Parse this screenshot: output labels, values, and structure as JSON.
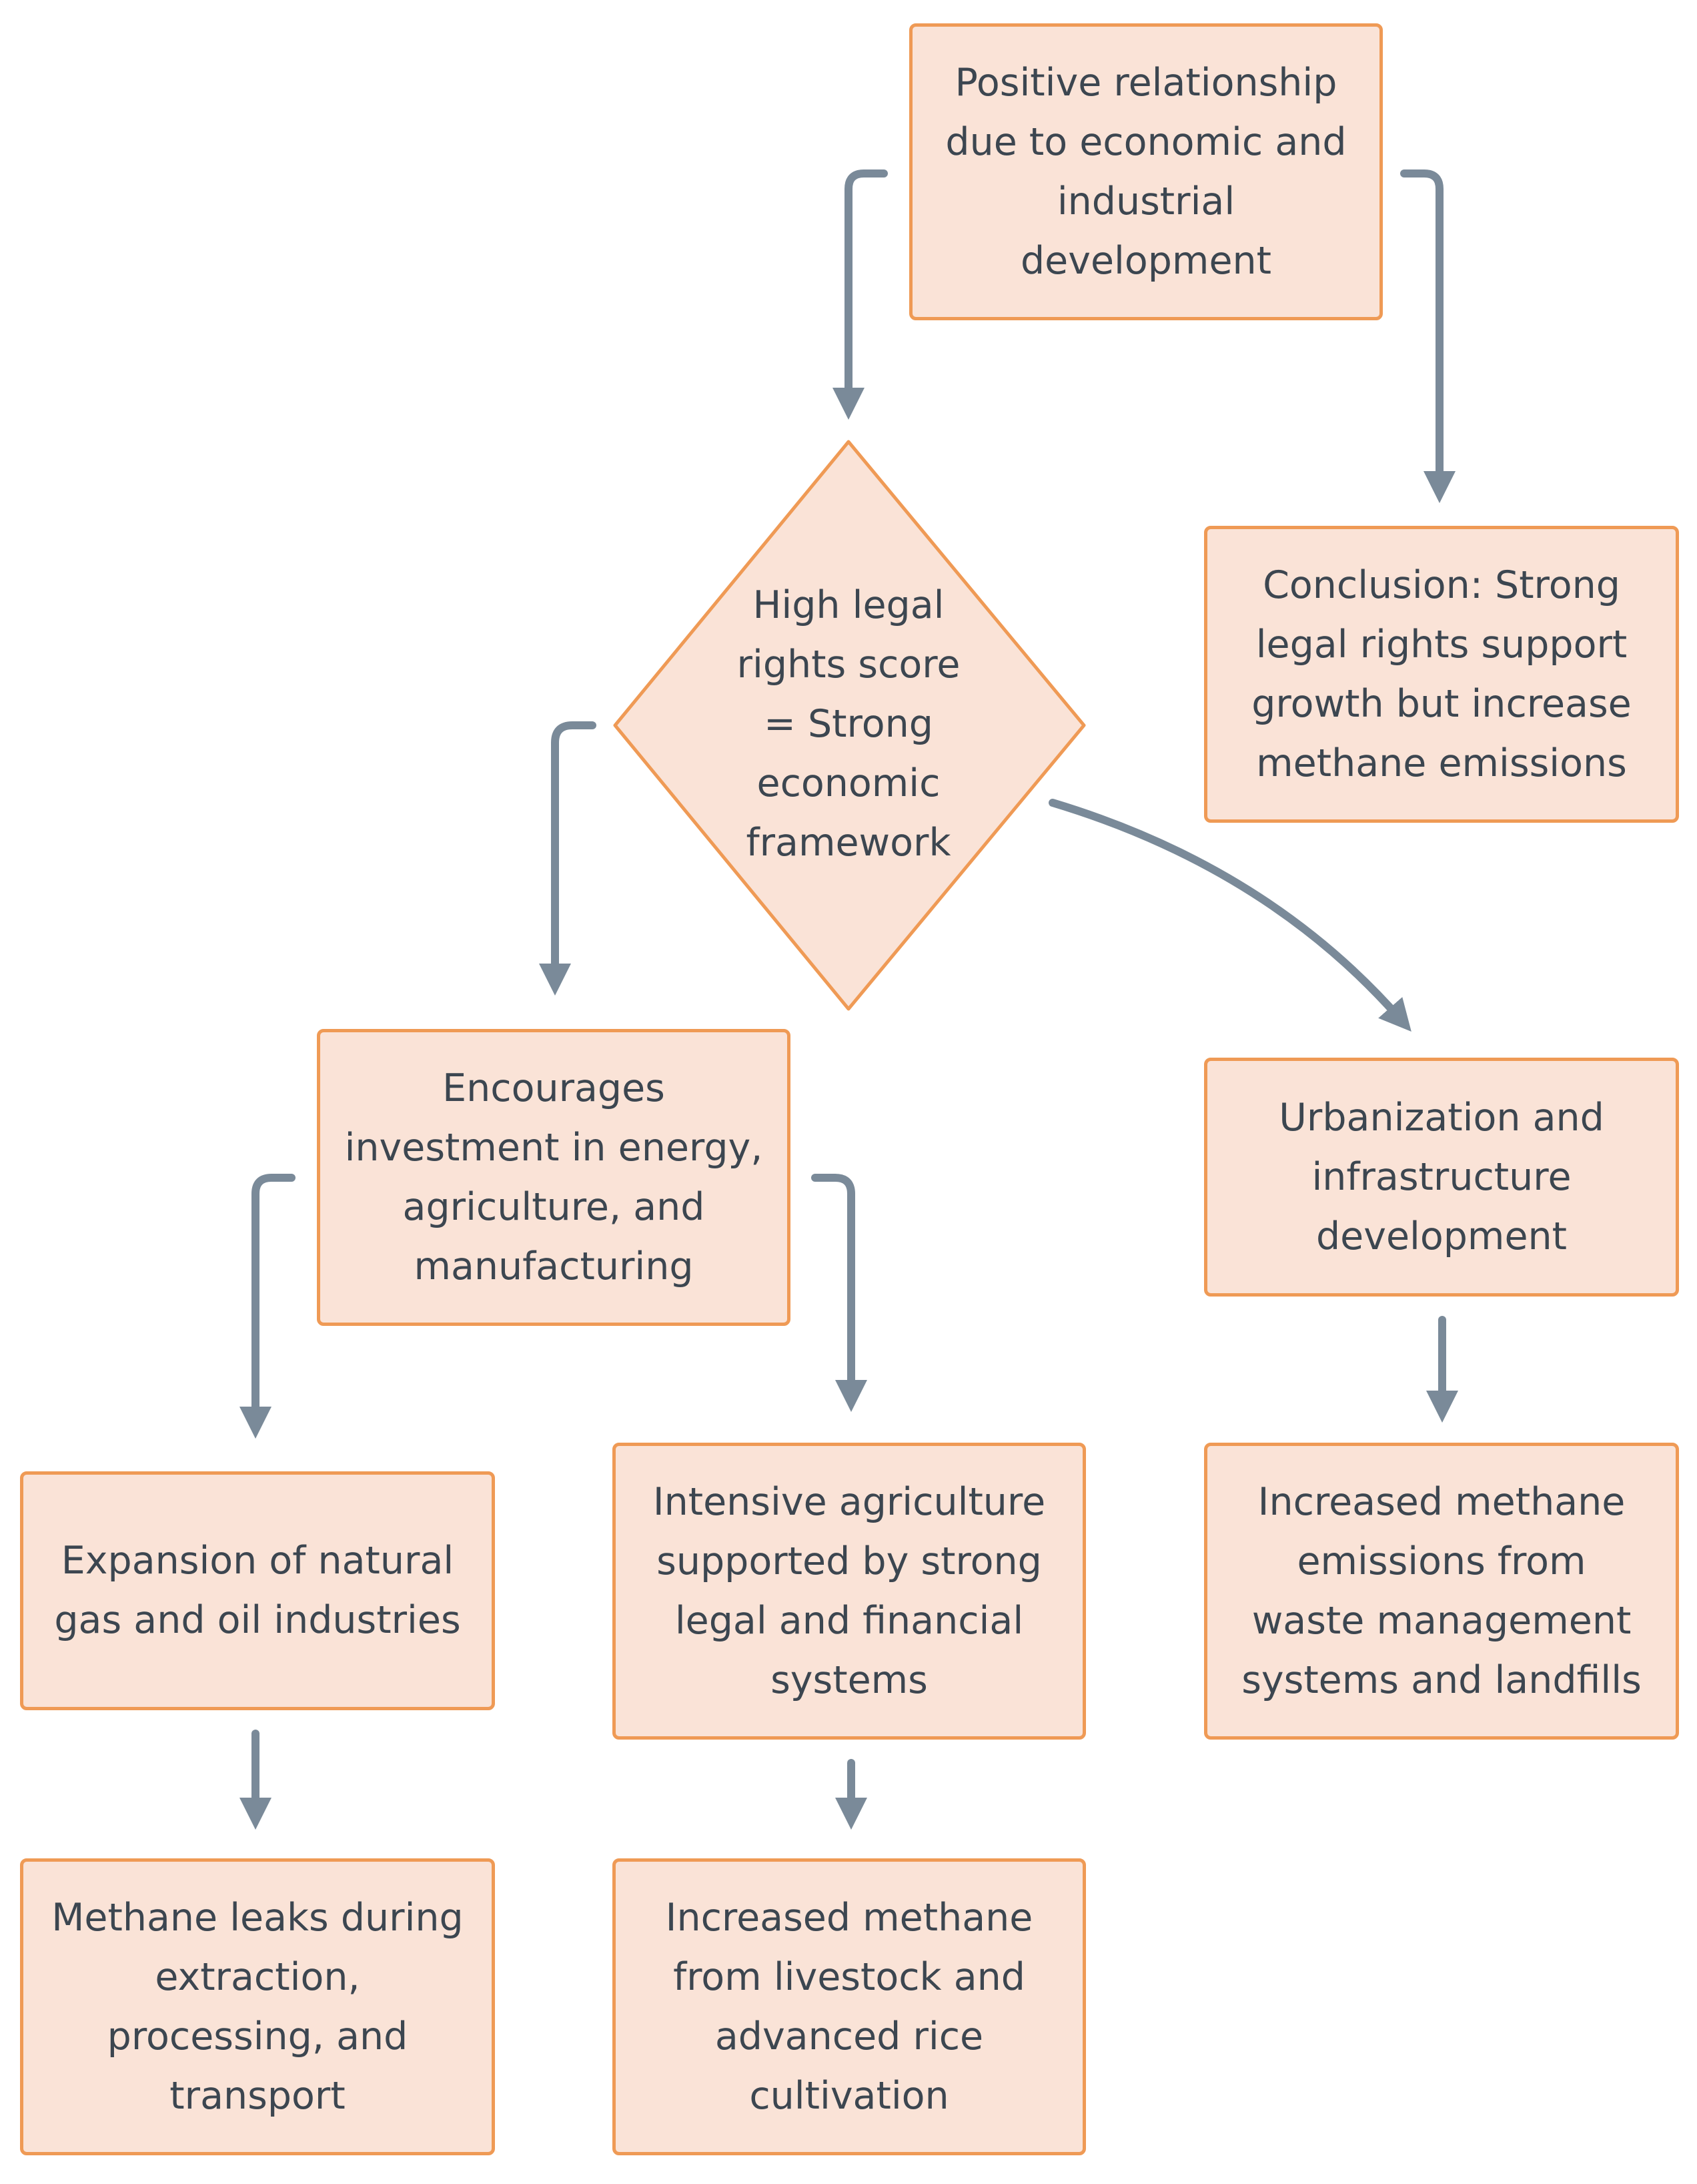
{
  "diagram": {
    "colors": {
      "node_fill": "#fae3d7",
      "node_border": "#ef9a55",
      "arrow": "#7a8a99",
      "text": "#3c4650"
    },
    "nodes": {
      "top": "Positive relationship\ndue to economic and\nindustrial\ndevelopment",
      "decision": "High legal\nrights score\n= Strong\neconomic\nframework",
      "conclusion": "Conclusion: Strong\nlegal rights support\ngrowth but increase\nmethane emissions",
      "investment": "Encourages\ninvestment in energy,\nagriculture, and\nmanufacturing",
      "urbanization": "Urbanization and\ninfrastructure\ndevelopment",
      "gas_oil": "Expansion of natural\ngas and oil industries",
      "agriculture": "Intensive agriculture\nsupported by strong\nlegal and financial\nsystems",
      "waste": "Increased methane\nemissions from\nwaste management\nsystems and landfills",
      "leaks": "Methane leaks during\nextraction,\nprocessing, and\ntransport",
      "livestock": "Increased methane\nfrom livestock and\nadvanced rice\ncultivation"
    }
  }
}
